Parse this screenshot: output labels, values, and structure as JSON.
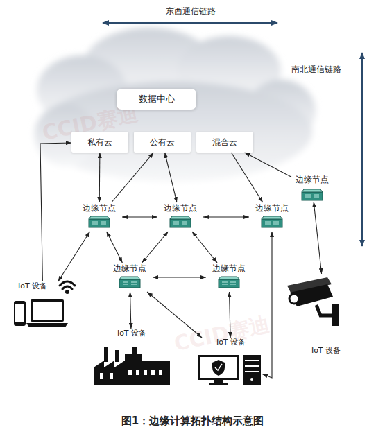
{
  "diagram": {
    "caption": "图1：边缘计算拓扑结构示意图",
    "nodes": [
      {
        "text": [
          "数据中心"
        ]
      },
      {
        "text": [
          "私有云"
        ]
      },
      {
        "text": [
          "公有云"
        ]
      },
      {
        "text": [
          "混合云"
        ]
      },
      {
        "text": [
          "边缘节点"
        ]
      },
      {
        "text": [
          "边缘节点"
        ]
      },
      {
        "text": [
          "边缘节点"
        ]
      },
      {
        "text": [
          "边缘节点"
        ]
      },
      {
        "text": [
          "边缘节点"
        ]
      },
      {
        "text": [
          "边缘节点"
        ]
      },
      {
        "text": [
          "IoT 设备"
        ]
      },
      {
        "text": [
          "IoT 设备"
        ]
      },
      {
        "text": [
          "IoT 设备"
        ]
      },
      {
        "text": [
          "IoT 设备"
        ]
      }
    ],
    "edges": [
      {
        "from": 5,
        "to": 1,
        "arrow": "both"
      },
      {
        "from": 5,
        "to": 2,
        "arrow": "to"
      },
      {
        "from": 6,
        "to": 2,
        "arrow": "both"
      },
      {
        "from": 3,
        "to": 7,
        "arrow": "to"
      },
      {
        "from": 4,
        "to": 3,
        "arrow": "to"
      },
      {
        "from": 4,
        "to": 13,
        "arrow": "both"
      },
      {
        "from": 5,
        "to": 6,
        "arrow": "both"
      },
      {
        "from": 6,
        "to": 7,
        "arrow": "both"
      },
      {
        "from": 5,
        "to": 10,
        "arrow": "both"
      },
      {
        "from": 5,
        "to": 8,
        "arrow": "both"
      },
      {
        "from": 6,
        "to": 8,
        "arrow": "both"
      },
      {
        "from": 6,
        "to": 9,
        "arrow": "both"
      },
      {
        "from": 8,
        "to": 9,
        "arrow": "both"
      },
      {
        "from": 8,
        "to": 11,
        "arrow": "both"
      },
      {
        "from": 8,
        "to": 12,
        "arrow": "both"
      },
      {
        "from": 9,
        "to": 12,
        "arrow": "both"
      },
      {
        "from": 7,
        "to": 12,
        "arrow": "both"
      },
      {
        "from": 10,
        "to": 1,
        "arrow": "to"
      }
    ],
    "labels": [
      "东西通信链路",
      "南北通信链路",
      "CCID赛迪",
      "CCID赛迪"
    ]
  }
}
